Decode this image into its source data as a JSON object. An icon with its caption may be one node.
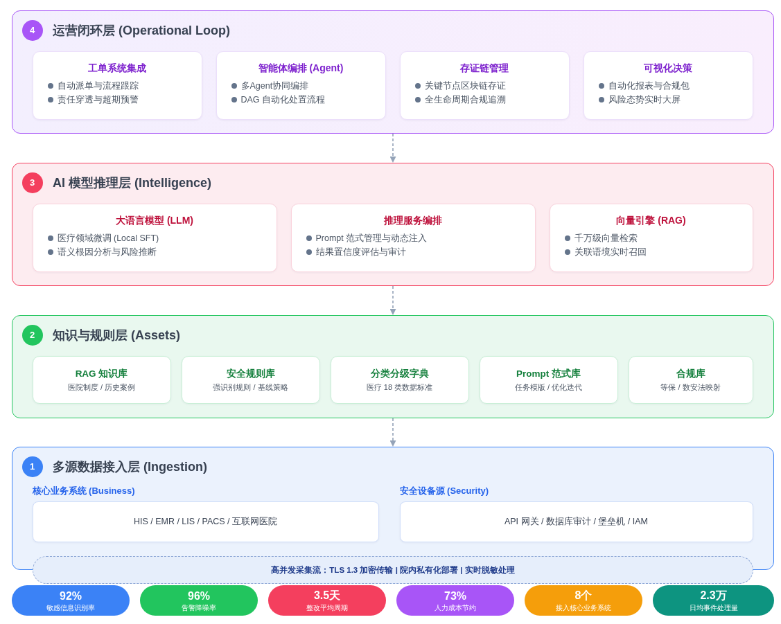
{
  "diagram": {
    "nodes": [
      {
        "text": [
          "运营闭环层 (Operational Loop)"
        ]
      },
      {
        "text": [
          "4"
        ],
        "in": 0
      },
      {
        "text": [
          "工单系统集成",
          "自动派单与流程跟踪",
          "责任穿透与超期预警"
        ],
        "in": 0
      },
      {
        "text": [
          "智能体编排 (Agent)",
          "多Agent协同编排",
          "DAG 自动化处置流程"
        ],
        "in": 0
      },
      {
        "text": [
          "存证链管理",
          "关键节点区块链存证",
          "全生命周期合规追溯"
        ],
        "in": 0
      },
      {
        "text": [
          "可视化决策",
          "自动化报表与合规包",
          "风险态势实时大屏"
        ],
        "in": 0
      },
      {
        "text": [
          "AI 模型推理层 (Intelligence)"
        ]
      },
      {
        "text": [
          "3"
        ],
        "in": 6
      },
      {
        "text": [
          "大语言模型 (LLM)",
          "医疗领域微调 (Local SFT)",
          "语义根因分析与风险推断"
        ],
        "in": 6
      },
      {
        "text": [
          "推理服务编排",
          "Prompt 范式管理与动态注入",
          "结果置信度评估与审计"
        ],
        "in": 6
      },
      {
        "text": [
          "向量引擎 (RAG)",
          "千万级向量检索",
          "关联语境实时召回"
        ],
        "in": 6
      },
      {
        "text": [
          "知识与规则层 (Assets)"
        ]
      },
      {
        "text": [
          "2"
        ],
        "in": 11
      },
      {
        "text": [
          "RAG 知识库",
          "医院制度 / 历史案例"
        ],
        "in": 11
      },
      {
        "text": [
          "安全规则库",
          "强识别规则 / 基线策略"
        ],
        "in": 11
      },
      {
        "text": [
          "分类分级字典",
          "医疗 18 类数据标准"
        ],
        "in": 11
      },
      {
        "text": [
          "Prompt 范式库",
          "任务模版 / 优化迭代"
        ],
        "in": 11
      },
      {
        "text": [
          "合规库",
          "等保 / 数安法映射"
        ],
        "in": 11
      },
      {
        "text": [
          "多源数据接入层 (Ingestion)"
        ]
      },
      {
        "text": [
          "1"
        ],
        "in": 18
      },
      {
        "text": [
          "核心业务系统 (Business)",
          "HIS / EMR / LIS / PACS / 互联网医院"
        ],
        "in": 18
      },
      {
        "text": [
          "安全设备源 (Security)",
          "API 网关 / 数据库审计 / 堡垒机 / IAM"
        ],
        "in": 18
      },
      {
        "text": [
          "高并发采集流：TLS 1.3 加密传输 | 院内私有化部署 | 实时脱敏处理"
        ]
      },
      {
        "text": [
          "92%",
          "敏感信息识别率"
        ]
      },
      {
        "text": [
          "96%",
          "告警降噪率"
        ]
      },
      {
        "text": [
          "3.5天",
          "整改平均周期"
        ]
      },
      {
        "text": [
          "73%",
          "人力成本节约"
        ]
      },
      {
        "text": [
          "8个",
          "接入核心业务系统"
        ]
      },
      {
        "text": [
          "2.3万",
          "日均事件处理量"
        ]
      }
    ],
    "edges": [
      {
        "from": 0,
        "to": 6,
        "arrow": "to",
        "style": "dashed"
      },
      {
        "from": 6,
        "to": 11,
        "arrow": "to",
        "style": "dashed"
      },
      {
        "from": 11,
        "to": 18,
        "arrow": "to",
        "style": "dashed"
      }
    ]
  }
}
